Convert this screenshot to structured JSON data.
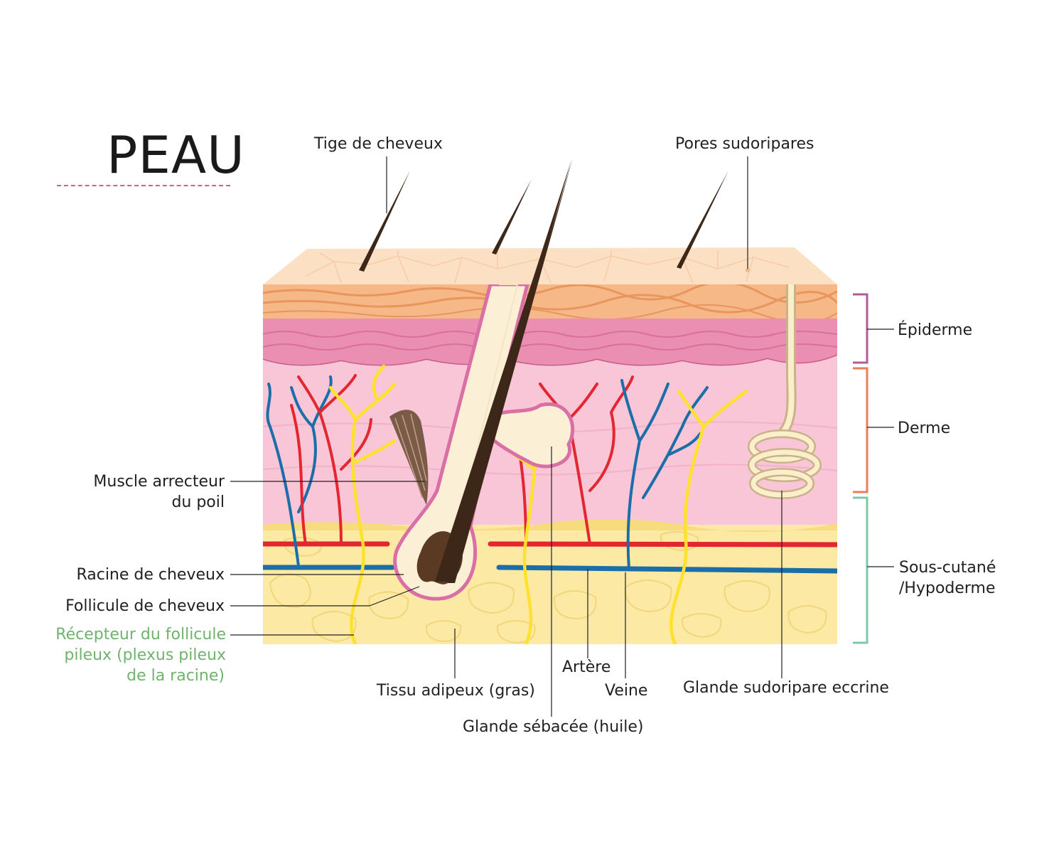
{
  "title": "PEAU",
  "labels": {
    "tige": "Tige de cheveux",
    "pores": "Pores sudoripares",
    "epiderme": "Épiderme",
    "derme": "Derme",
    "souscutane_1": "Sous-cutané",
    "souscutane_2": "/Hypoderme",
    "muscle_1": "Muscle arrecteur",
    "muscle_2": "du poil",
    "racine": "Racine de cheveux",
    "follicule": "Follicule de cheveux",
    "recepteur_1": "Récepteur du follicule",
    "recepteur_2": "pileux (plexus pileux",
    "recepteur_3": "de la racine)",
    "tissu": "Tissu adipeux (gras)",
    "glande_sebacee": "Glande sébacée (huile)",
    "artere": "Artère",
    "veine": "Veine",
    "glande_sudoripare": "Glande sudoripare eccrine"
  },
  "colors": {
    "bracket_epiderme": "#b45b9a",
    "bracket_derme": "#ec7d55",
    "bracket_souscutane": "#7ccaa9",
    "artery": "#e3262f",
    "vein": "#1c6ea8",
    "nerve": "#fde12d",
    "hair": "#3d2718",
    "recepteur_text": "#6fb36d"
  }
}
